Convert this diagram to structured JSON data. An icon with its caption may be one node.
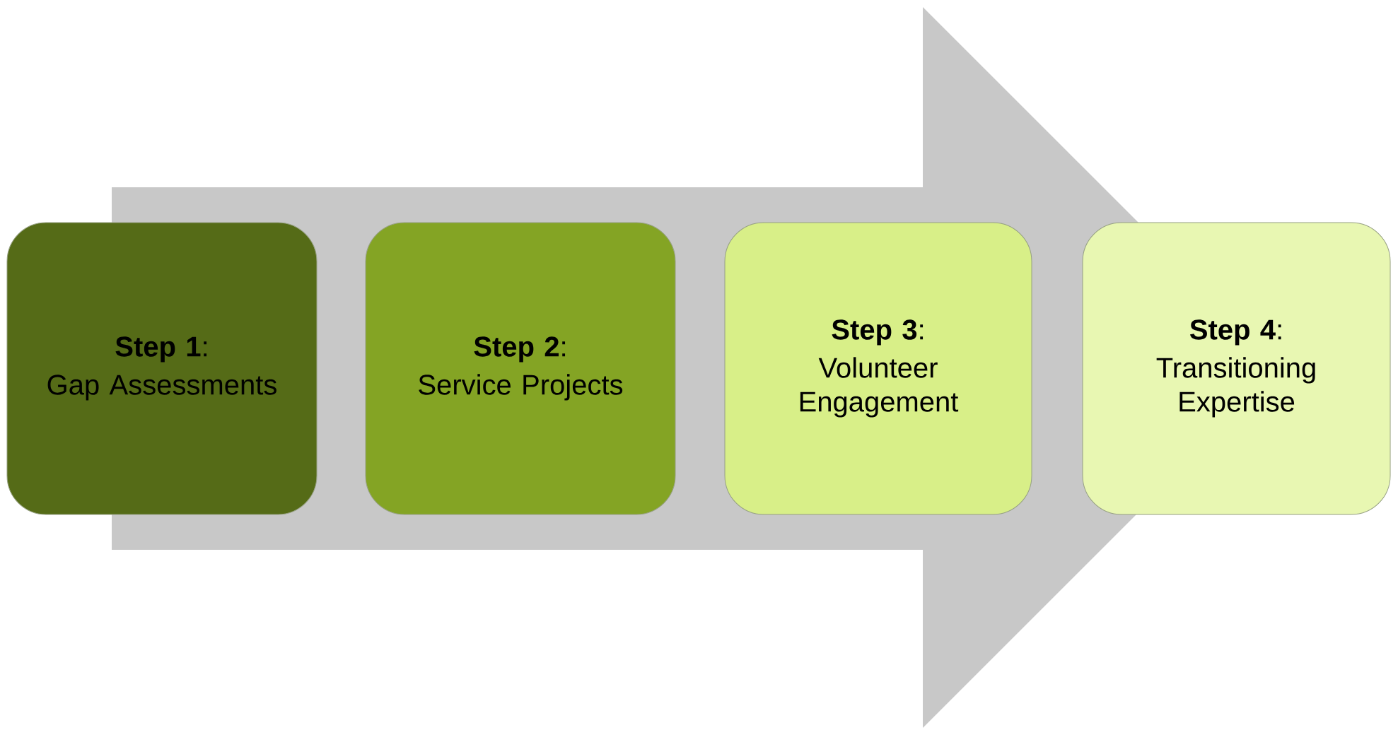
{
  "diagram": {
    "nodes": [
      {
        "text": [
          "**Step 1**:",
          "Gap Assessments"
        ]
      },
      {
        "text": [
          "**Step 2**:",
          "Service Projects"
        ]
      },
      {
        "text": [
          "**Step 3**:",
          "Volunteer Engagement"
        ]
      },
      {
        "text": [
          "**Step 4**:",
          "Transitioning Expertise"
        ]
      }
    ],
    "edges": [
      {
        "from": 0,
        "to": 3,
        "arrow": "to"
      }
    ]
  }
}
